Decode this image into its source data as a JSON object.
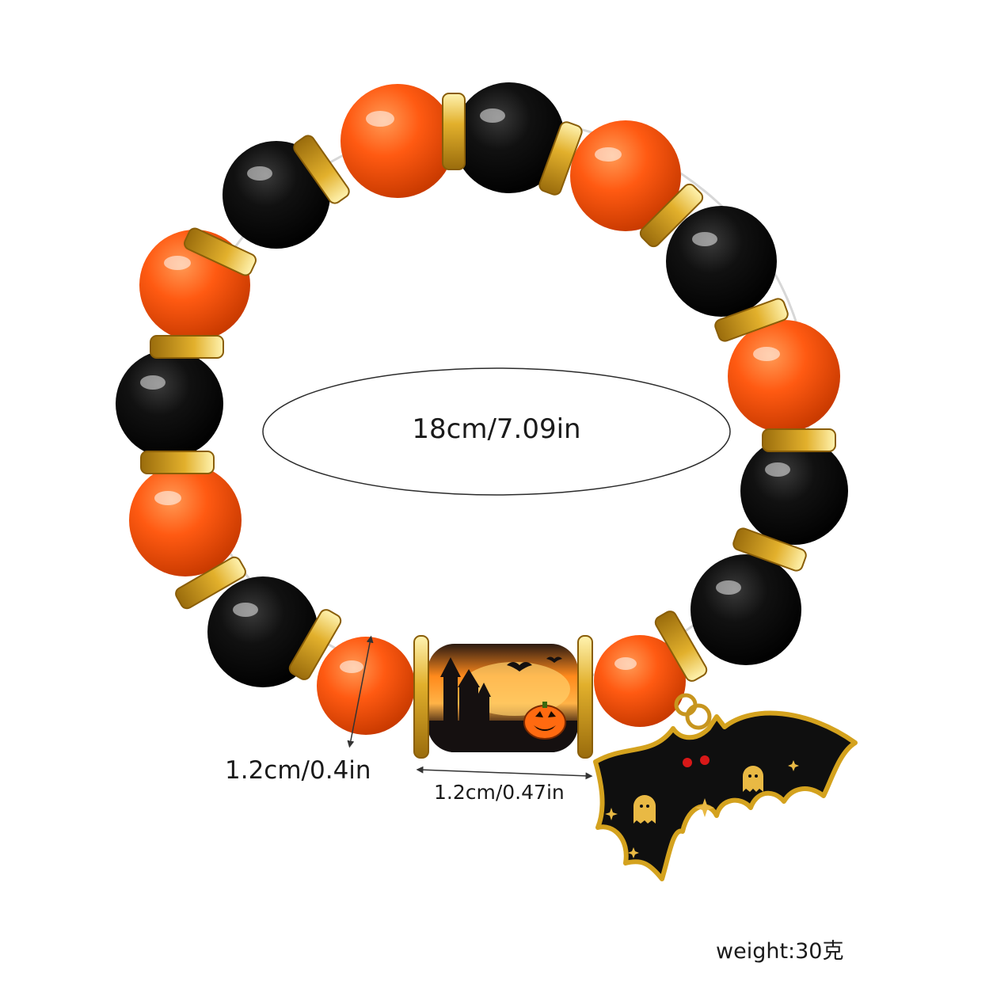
{
  "labels": {
    "circumference": "18cm/7.09in",
    "bead_size": "1.2cm/0.4in",
    "tube_size": "1.2cm/0.47in",
    "weight": "weight:30克"
  },
  "colors": {
    "orange_bead": "#ff5a12",
    "black_bead": "#0d0d0d",
    "gold_spacer": "#d9a521",
    "background": "#ffffff"
  },
  "icons": [
    "bat-charm-icon",
    "pumpkin-icon",
    "castle-icon",
    "ghost-icon",
    "star-icon"
  ]
}
